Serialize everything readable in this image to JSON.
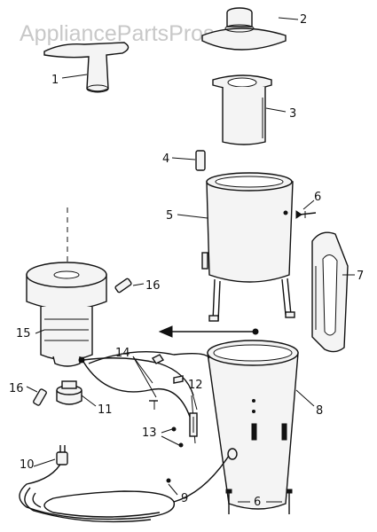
{
  "watermark": "AppliancePartsPros.com",
  "callouts": {
    "c1": "1",
    "c2": "2",
    "c3": "3",
    "c4": "4",
    "c5": "5",
    "c6a": "6",
    "c6b": "6",
    "c7": "7",
    "c8": "8",
    "c9": "9",
    "c10": "10",
    "c11": "11",
    "c12": "12",
    "c13": "13",
    "c14": "14",
    "c15": "15",
    "c16a": "16",
    "c16b": "16"
  }
}
